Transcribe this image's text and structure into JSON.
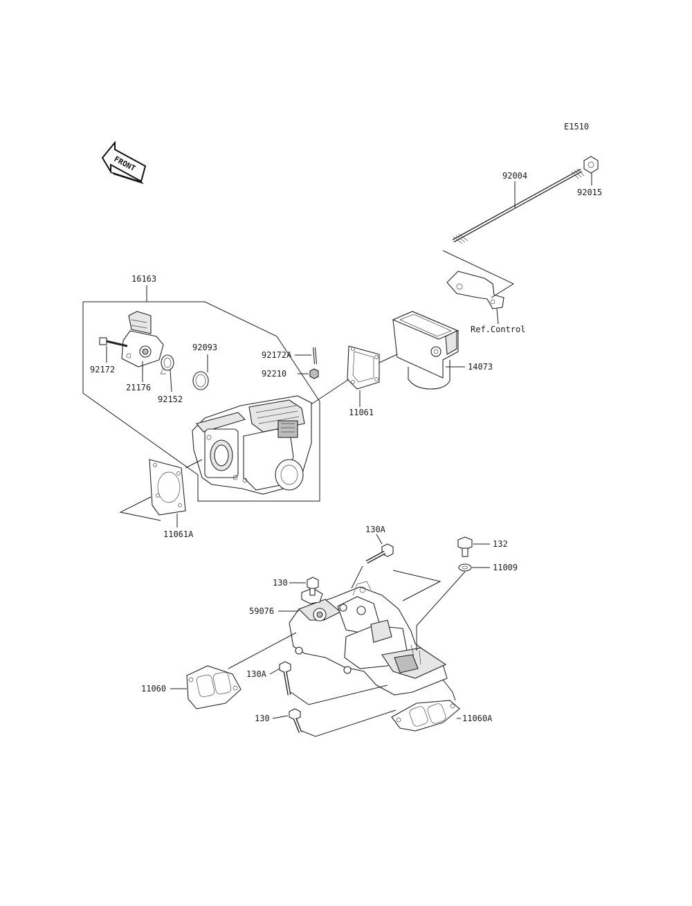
{
  "diagram_code": "E1510",
  "front_arrow_text": "FRONT",
  "ref_text": "Ref.Control",
  "labels": {
    "p92004": "92004",
    "p92015": "92015",
    "p16163": "16163",
    "p92172": "92172",
    "p21176": "21176",
    "p92152": "92152",
    "p92093": "92093",
    "p92172A": "92172A",
    "p92210": "92210",
    "p11061": "11061",
    "p14073": "14073",
    "p11061A": "11061A",
    "p130A_top": "130A",
    "p132": "132",
    "p11009": "11009",
    "p130_top": "130",
    "p59076": "59076",
    "p130A_mid": "130A",
    "p11060": "11060",
    "p130_bot": "130",
    "p11060A": "11060A"
  }
}
